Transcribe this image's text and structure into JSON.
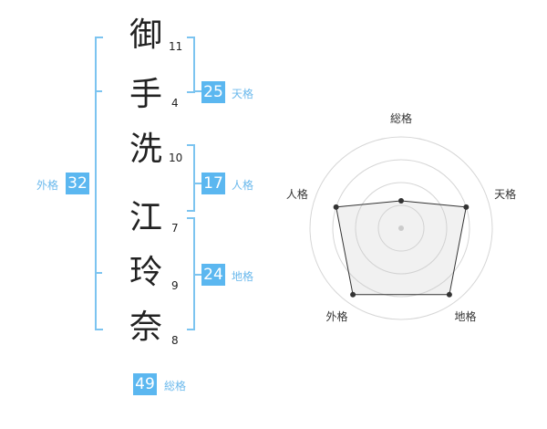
{
  "name_chars": [
    {
      "char": "御",
      "strokes": "11"
    },
    {
      "char": "手",
      "strokes": "4"
    },
    {
      "char": "洗",
      "strokes": "10"
    },
    {
      "char": "江",
      "strokes": "7"
    },
    {
      "char": "玲",
      "strokes": "9"
    },
    {
      "char": "奈",
      "strokes": "8"
    }
  ],
  "fortunes": {
    "tenkaku": {
      "label": "天格",
      "value": "25"
    },
    "jinkaku": {
      "label": "人格",
      "value": "17"
    },
    "chikaku": {
      "label": "地格",
      "value": "24"
    },
    "gaikaku": {
      "label": "外格",
      "value": "32"
    },
    "soukaku": {
      "label": "総格",
      "value": "49"
    }
  },
  "colors": {
    "accent": "#5bb7f0",
    "bracket": "#7cc4f0",
    "text": "#222222"
  },
  "chart_data": {
    "type": "radar",
    "axes": [
      "総格",
      "天格",
      "地格",
      "外格",
      "人格"
    ],
    "values": [
      0.3,
      0.75,
      0.9,
      0.9,
      0.75
    ],
    "range": [
      0,
      1
    ],
    "rings": 4
  }
}
